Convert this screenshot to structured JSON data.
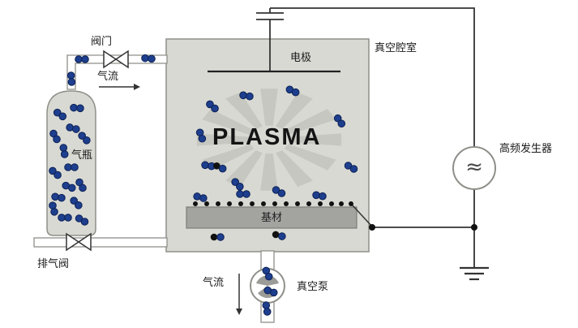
{
  "labels": {
    "valve": "阀门",
    "gas_flow_top": "气流",
    "gas_cylinder": "气瓶",
    "exhaust_valve": "排气阀",
    "electrode": "电极",
    "vacuum_chamber": "真空腔室",
    "plasma": "PLASMA",
    "substrate": "基材",
    "vacuum_pump": "真空泵",
    "gas_flow_bottom": "气流",
    "hf_generator": "高频发生器",
    "generator_symbol": "≈"
  },
  "colors": {
    "chamber_fill": "#d9d9d4",
    "chamber_stroke": "#8f8f8a",
    "ray": "#c7c7c1",
    "substrate_fill": "#a3a3a0",
    "substrate_stroke": "#7d7d79",
    "molecule_blue": "#1e3e8e",
    "molecule_blue_dark": "#0c2254",
    "molecule_black": "#111111",
    "wire": "#333333",
    "pump_blade": "#9b9b97"
  },
  "molecules": {
    "blue_pairs": [
      [
        101,
        73,
        0
      ],
      [
        183,
        72,
        5
      ],
      [
        88,
        97,
        85
      ],
      [
        74,
        141,
        35
      ],
      [
        95,
        133,
        5
      ],
      [
        68,
        168,
        60
      ],
      [
        90,
        158,
        15
      ],
      [
        79,
        186,
        80
      ],
      [
        104,
        170,
        45
      ],
      [
        68,
        213,
        40
      ],
      [
        88,
        206,
        0
      ],
      [
        100,
        228,
        60
      ],
      [
        72,
        243,
        10
      ],
      [
        94,
        250,
        45
      ],
      [
        80,
        268,
        0
      ],
      [
        101,
        271,
        30
      ],
      [
        66,
        257,
        75
      ],
      [
        85,
        230,
        20
      ],
      [
        262,
        131,
        40
      ],
      [
        304,
        118,
        10
      ],
      [
        361,
        112,
        25
      ],
      [
        419,
        149,
        55
      ],
      [
        433,
        206,
        30
      ],
      [
        248,
        167,
        70
      ],
      [
        257,
        204,
        10
      ],
      [
        293,
        227,
        45
      ],
      [
        247,
        243,
        15
      ],
      [
        300,
        239,
        0
      ],
      [
        344,
        236,
        30
      ],
      [
        394,
        241,
        10
      ],
      [
        330,
        337,
        65
      ],
      [
        334,
        359,
        20
      ],
      [
        329,
        380,
        80
      ]
    ],
    "mixed_pairs": [
      [
        271,
        206,
        25
      ],
      [
        268,
        292,
        0
      ],
      [
        344,
        290,
        15
      ]
    ],
    "substrate_dots_x": [
      241,
      255,
      269,
      283,
      297,
      311,
      325,
      339,
      353,
      367,
      381,
      395,
      409,
      421,
      433
    ],
    "substrate_dots_y": 251
  }
}
